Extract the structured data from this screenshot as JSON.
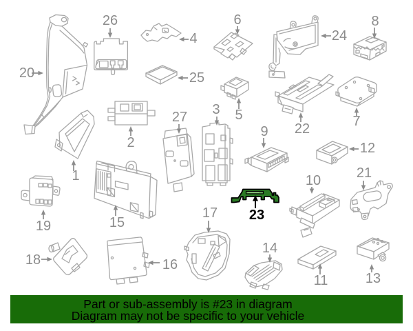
{
  "diagram": {
    "description": "vehicle electronic control module parts diagram",
    "highlighted_part": "23",
    "parts": [
      {
        "num": "1",
        "highlighted": false
      },
      {
        "num": "2",
        "highlighted": false
      },
      {
        "num": "3",
        "highlighted": false
      },
      {
        "num": "4",
        "highlighted": false
      },
      {
        "num": "5",
        "highlighted": false
      },
      {
        "num": "6",
        "highlighted": false
      },
      {
        "num": "7",
        "highlighted": false
      },
      {
        "num": "8",
        "highlighted": false
      },
      {
        "num": "9",
        "highlighted": false
      },
      {
        "num": "10",
        "highlighted": false
      },
      {
        "num": "11",
        "highlighted": false
      },
      {
        "num": "12",
        "highlighted": false
      },
      {
        "num": "13",
        "highlighted": false
      },
      {
        "num": "14",
        "highlighted": false
      },
      {
        "num": "15",
        "highlighted": false
      },
      {
        "num": "16",
        "highlighted": false
      },
      {
        "num": "17",
        "highlighted": false
      },
      {
        "num": "18",
        "highlighted": false
      },
      {
        "num": "19",
        "highlighted": false
      },
      {
        "num": "20",
        "highlighted": false
      },
      {
        "num": "21",
        "highlighted": false
      },
      {
        "num": "22",
        "highlighted": false
      },
      {
        "num": "23",
        "highlighted": true
      },
      {
        "num": "24",
        "highlighted": false
      },
      {
        "num": "25",
        "highlighted": false
      },
      {
        "num": "26",
        "highlighted": false
      },
      {
        "num": "27",
        "highlighted": false
      }
    ]
  },
  "banner": {
    "line1": "Part or sub-assembly is #23 in diagram",
    "line2": "Diagram may not be specific to your vehicle"
  },
  "colors": {
    "background": "#ffffff",
    "line_gray": "#a8a8a8",
    "label_gray": "#8c8c8c",
    "banner_green": "#186c08",
    "highlight_green": "#2a7a24",
    "highlight_slot_green": "#67a55c",
    "highlight_strip_green": "#8cc27e",
    "banner_text": "#000000"
  }
}
